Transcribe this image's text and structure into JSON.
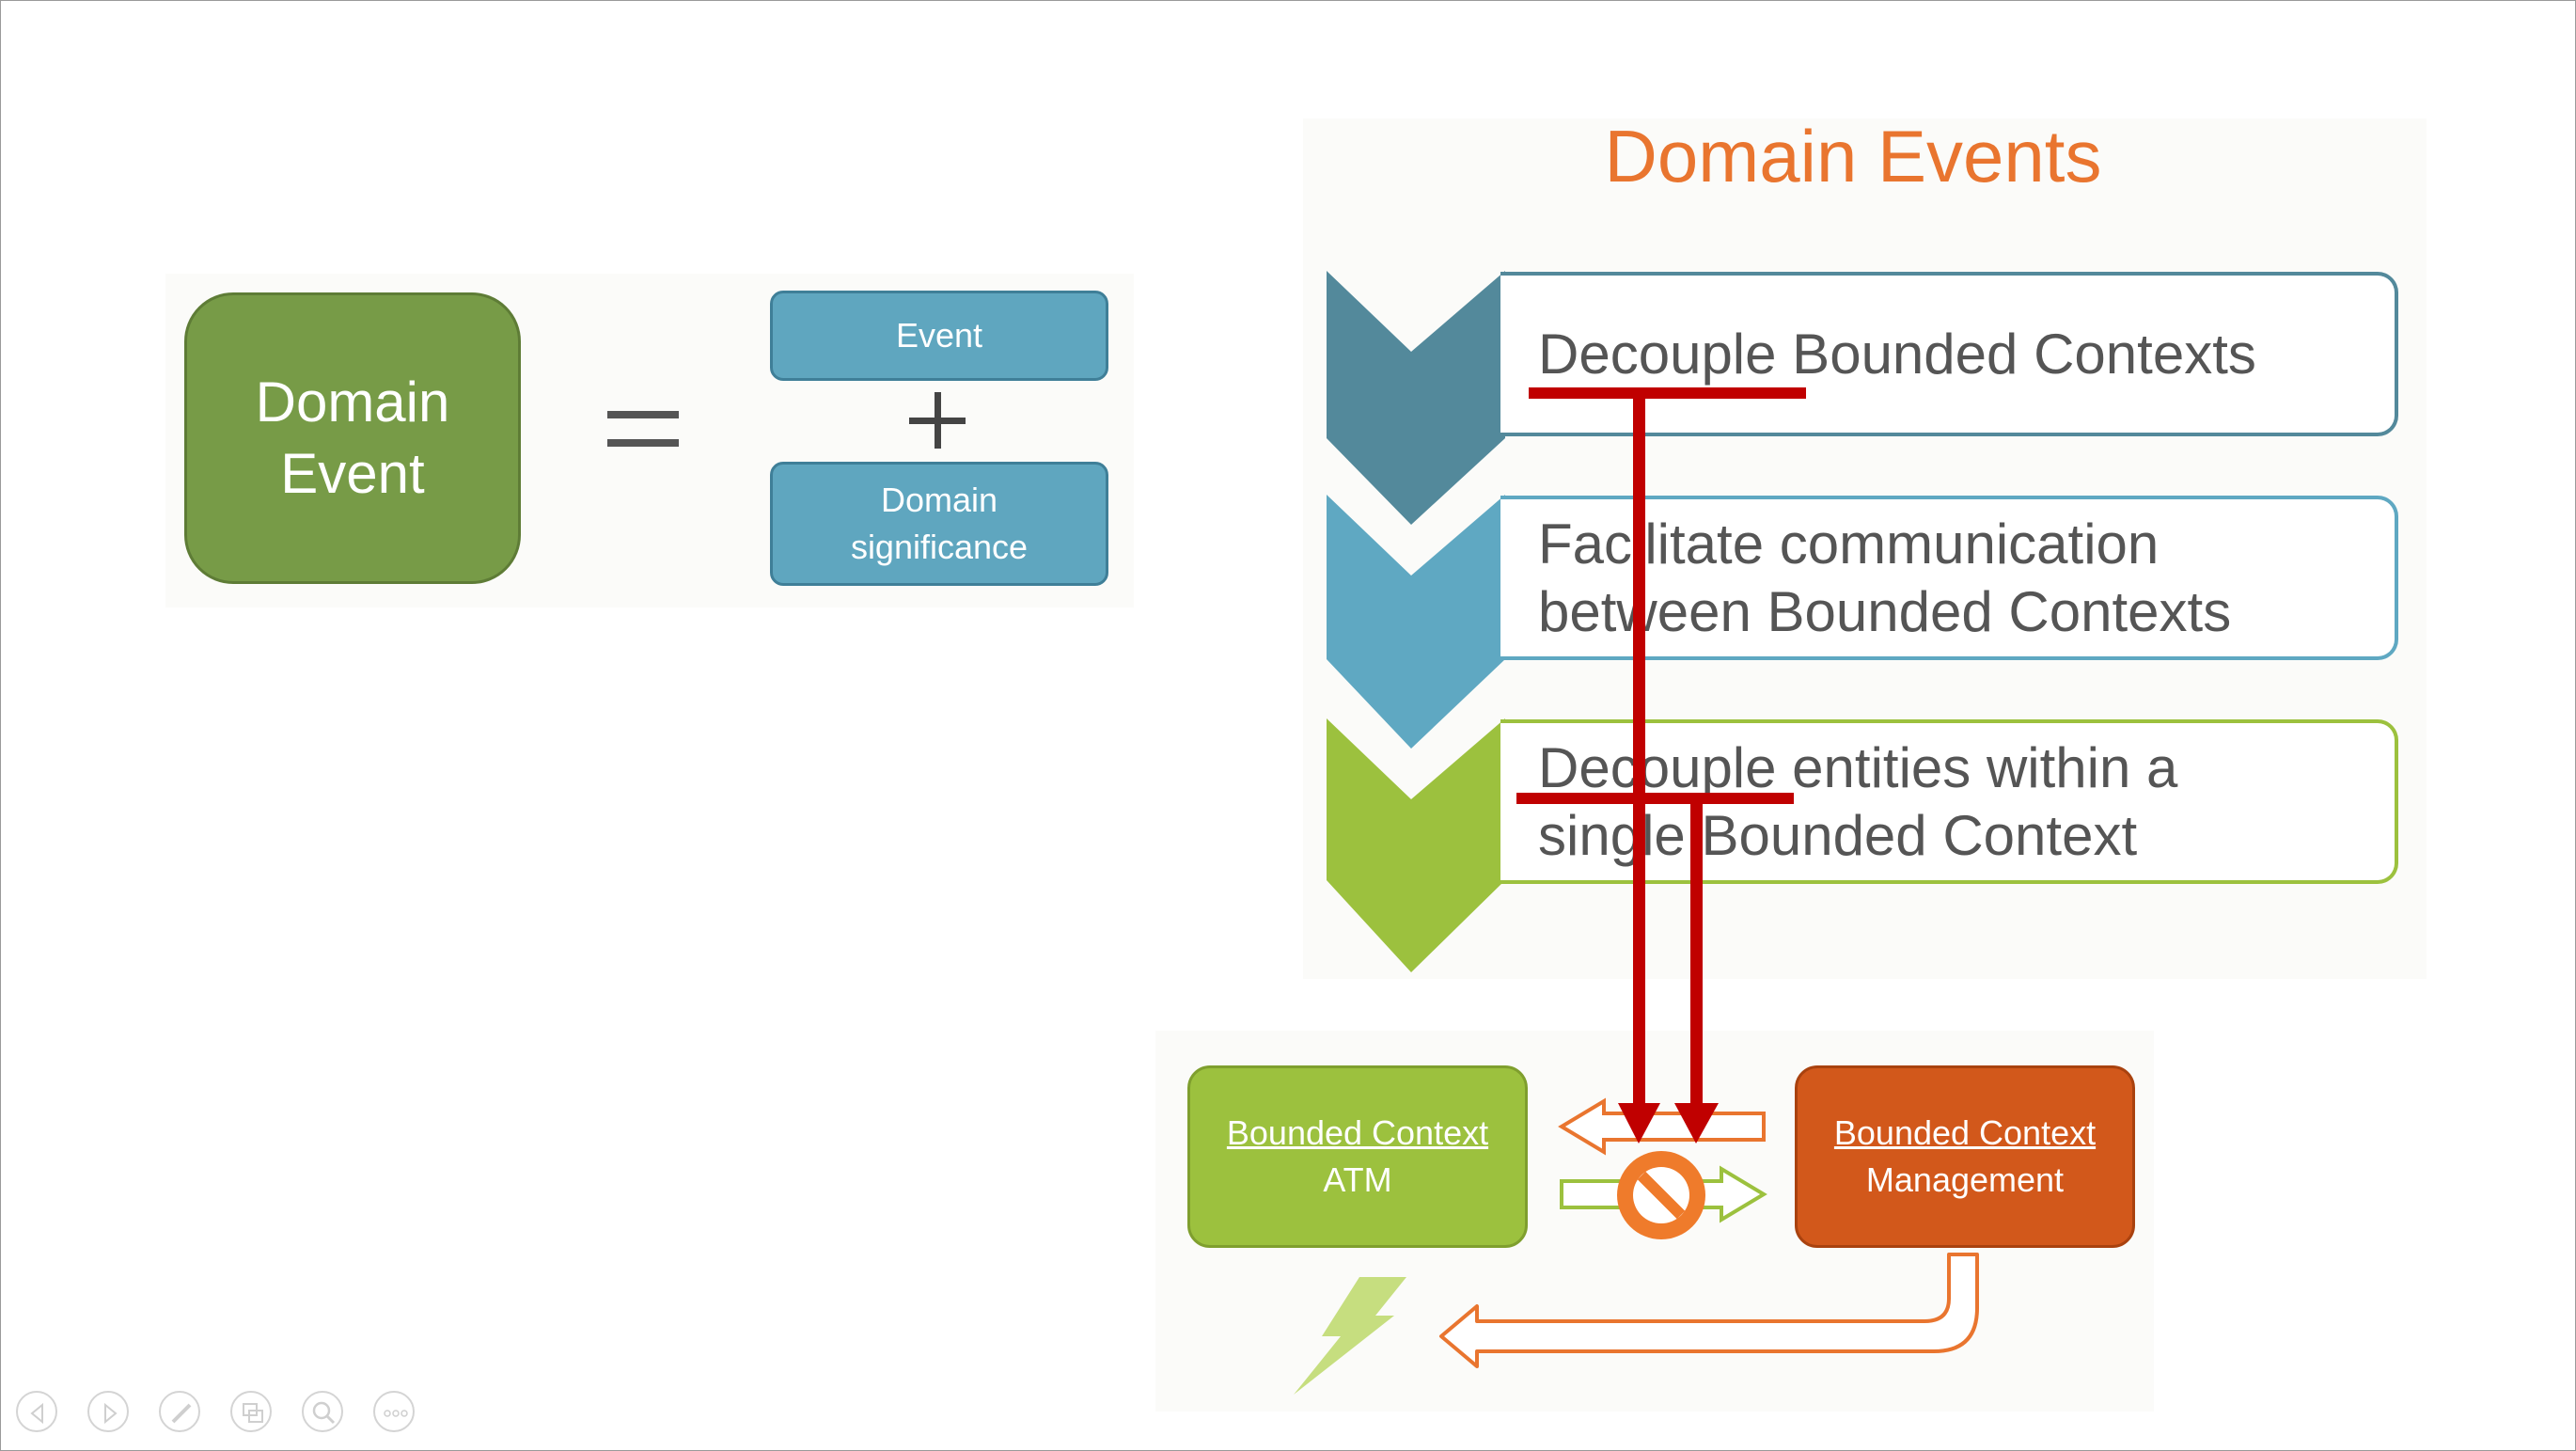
{
  "equation": {
    "left_label": "Domain Event",
    "operator_equals": "=",
    "operator_plus": "+",
    "event_label": "Event",
    "significance_label": "Domain significance"
  },
  "right_panel": {
    "title": "Domain Events",
    "steps": [
      {
        "text": "Decouple Bounded Contexts",
        "color": "#53899b"
      },
      {
        "text": "Facilitate communication between Bounded Contexts",
        "color": "#5fa8c2"
      },
      {
        "text": "Decouple entities within a single Bounded Context",
        "color": "#9cc13e"
      }
    ]
  },
  "contexts": {
    "atm": {
      "link": "Bounded Context",
      "name": "ATM",
      "color": "#9cc13e"
    },
    "management": {
      "link": "Bounded Context",
      "name": "Management",
      "color": "#d2581b"
    }
  },
  "colors": {
    "title": "#e9752f",
    "domain_event_box": "#779b47",
    "blue_box": "#5fa6bf",
    "annotation_red": "#c00000",
    "forbidden": "#ef7b2b"
  },
  "icons": {
    "forbidden": "forbidden-icon",
    "lightning": "lightning-icon"
  },
  "navigation": {
    "buttons": [
      "previous-icon",
      "next-icon",
      "pen-icon",
      "slides-icon",
      "zoom-icon",
      "more-icon"
    ]
  }
}
